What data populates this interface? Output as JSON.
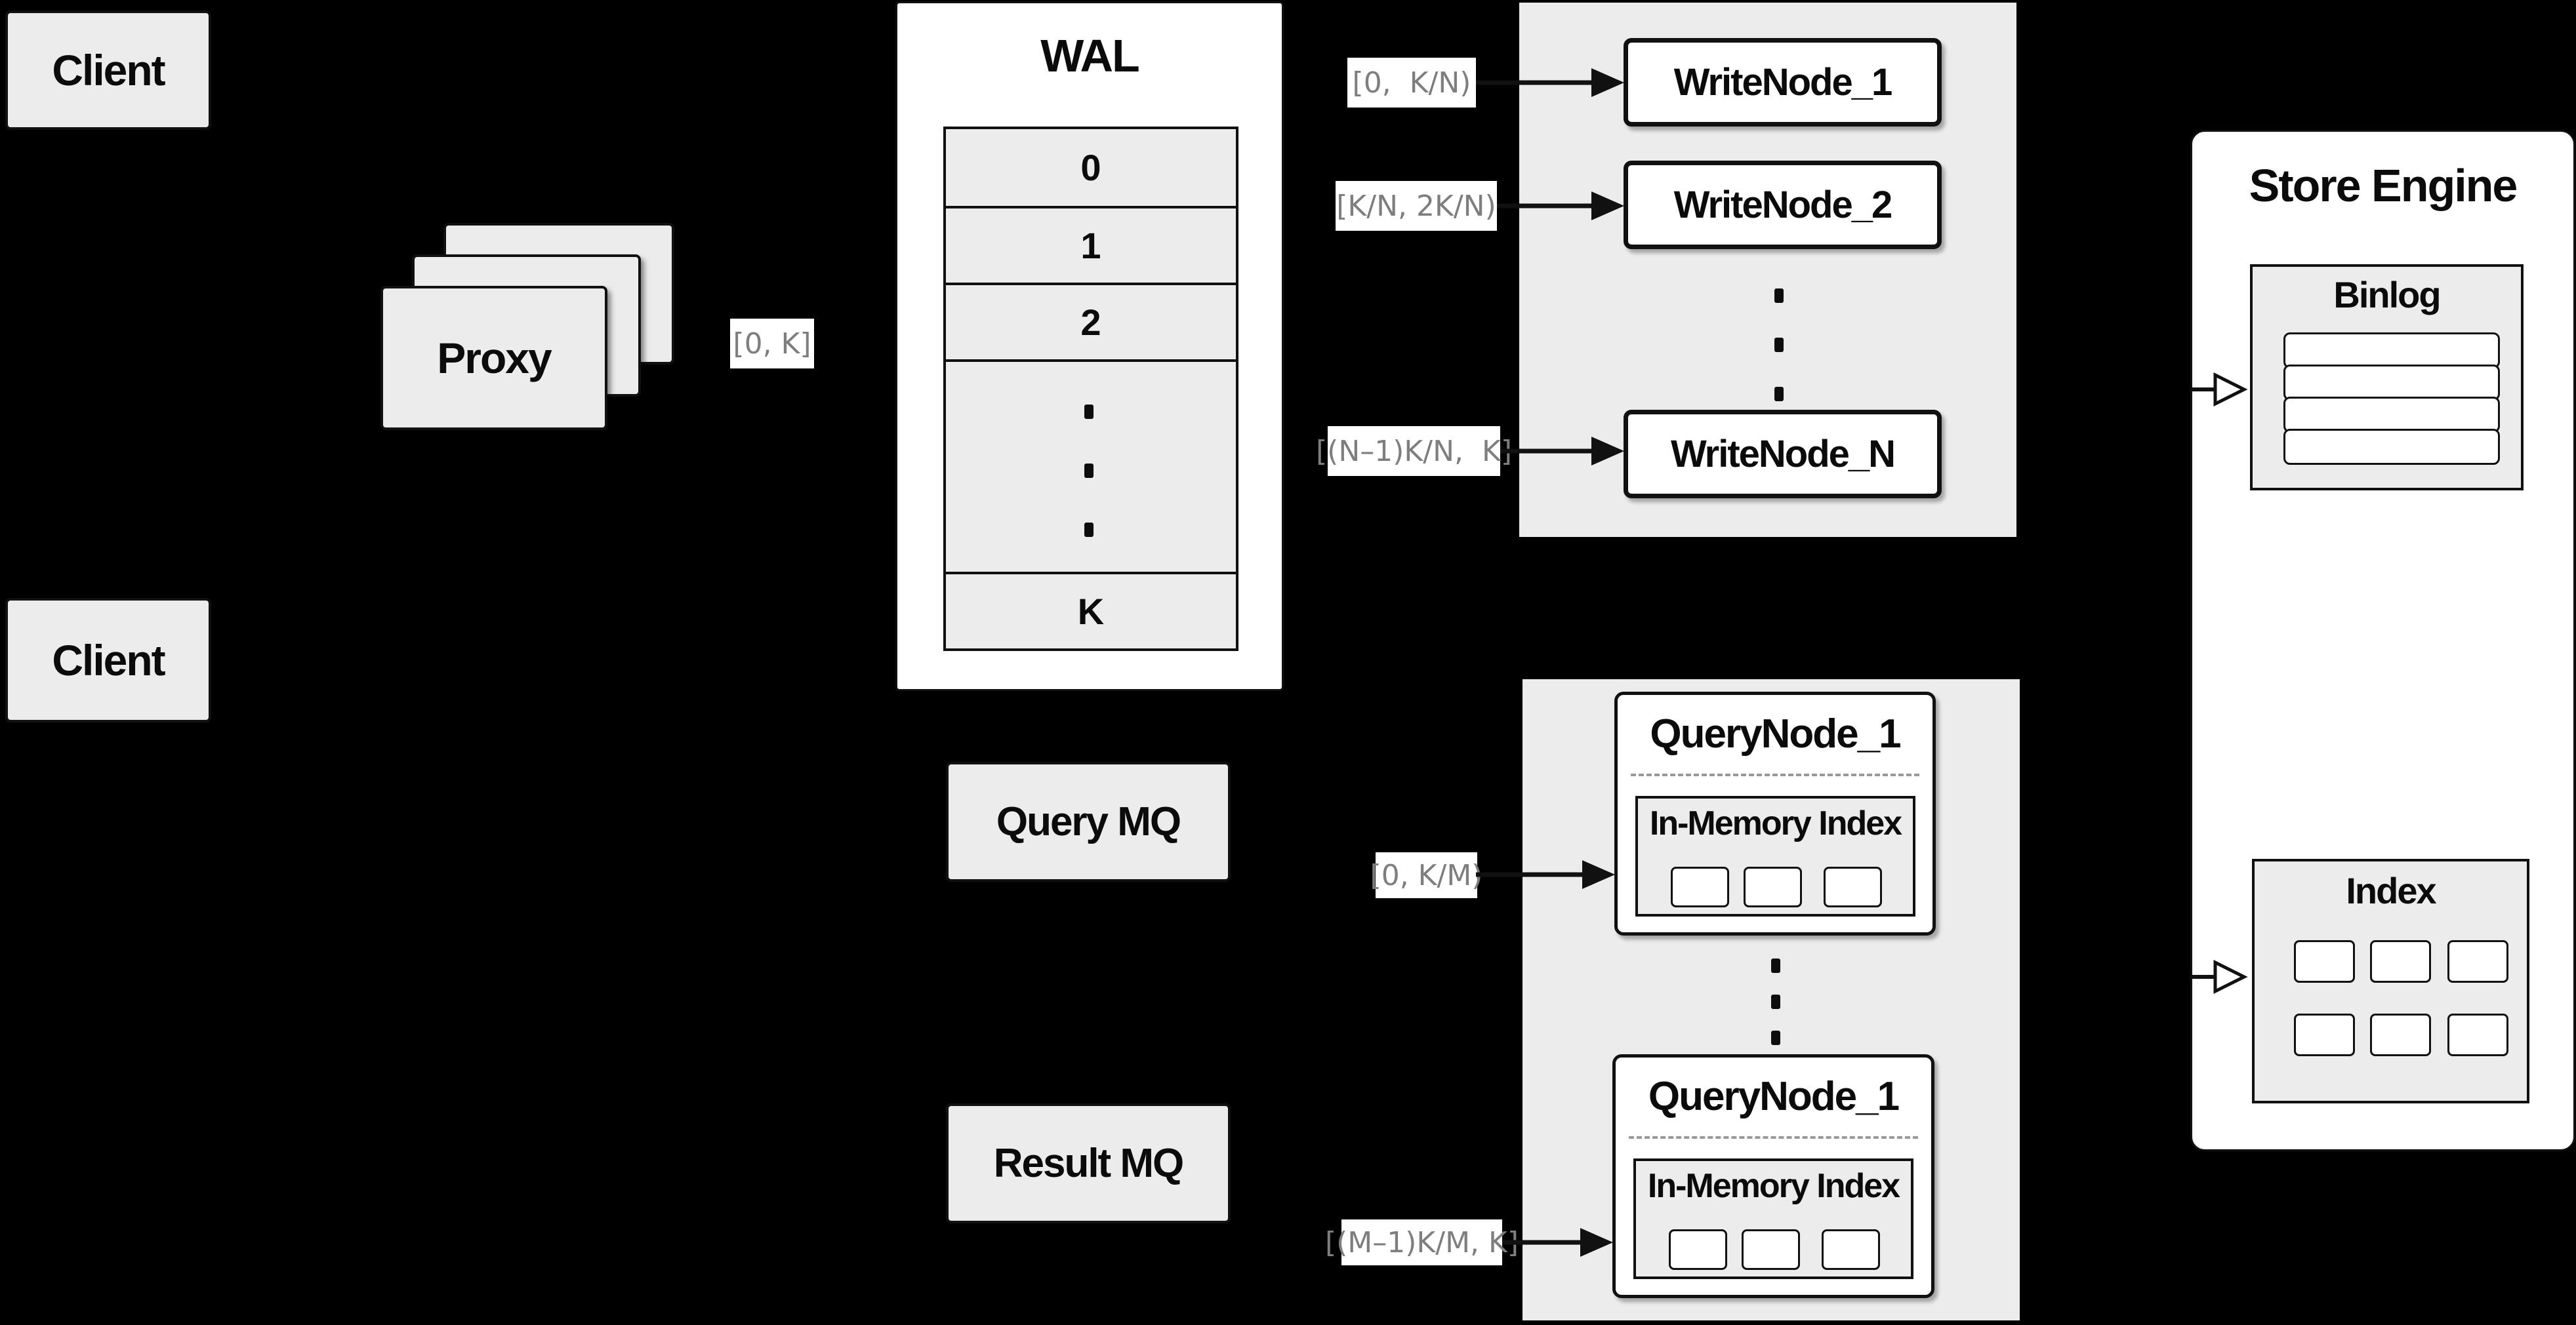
{
  "colors": {
    "background": "#000000",
    "box_fill": "#ececec",
    "node_fill": "#ffffff",
    "border": "#111111",
    "range_label_text": "#7e7e7e",
    "dashed_divider": "#999999"
  },
  "diagram": {
    "clients": [
      {
        "label": "Client"
      },
      {
        "label": "Client"
      }
    ],
    "proxy": {
      "label": "Proxy"
    },
    "proxy_range_label": "[0, K]",
    "wal": {
      "title": "WAL",
      "cells": [
        "0",
        "1",
        "2"
      ],
      "last_cell": "K"
    },
    "write_group": {
      "ranges": [
        "[0,  K/N)",
        "[K/N, 2K/N)",
        "[(N–1)K/N,  K]"
      ],
      "nodes": [
        "WriteNode_1",
        "WriteNode_2",
        "WriteNode_N"
      ]
    },
    "mq": {
      "query": "Query MQ",
      "result": "Result MQ"
    },
    "query_group": {
      "ranges": [
        "[0, K/M)",
        "[(M–1)K/M, K]"
      ],
      "nodes": [
        {
          "title": "QueryNode_1",
          "inner_title": "In-Memory Index"
        },
        {
          "title": "QueryNode_1",
          "inner_title": "In-Memory Index"
        }
      ]
    },
    "store": {
      "title": "Store Engine",
      "binlog_title": "Binlog",
      "index_title": "Index"
    }
  }
}
